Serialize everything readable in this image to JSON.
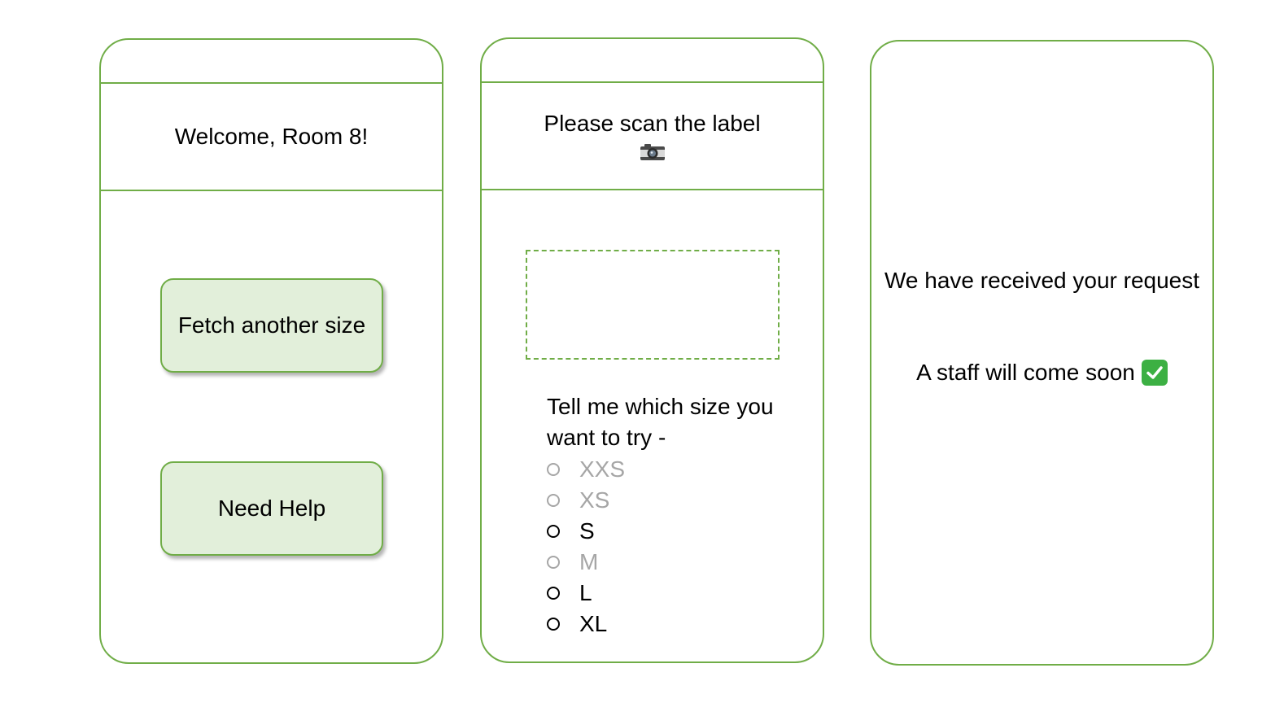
{
  "screen1": {
    "title": "Welcome, Room 8!",
    "buttons": [
      "Fetch another size",
      "Need Help"
    ]
  },
  "screen2": {
    "title": "Please scan the label",
    "title_icon": "camera-icon",
    "prompt": "Tell me which size you want to try -",
    "sizes": [
      {
        "label": "XXS",
        "available": false
      },
      {
        "label": "XS",
        "available": false
      },
      {
        "label": "S",
        "available": true
      },
      {
        "label": "M",
        "available": false
      },
      {
        "label": "L",
        "available": true
      },
      {
        "label": "XL",
        "available": true
      }
    ]
  },
  "screen3": {
    "message": "We have received your request",
    "followup": "A staff will come soon",
    "followup_icon": "check-mark-icon"
  },
  "colors": {
    "accent": "#70ad47",
    "button_fill": "#e2efda",
    "unavailable_text": "#a6a6a6",
    "check": "#3cb043"
  }
}
